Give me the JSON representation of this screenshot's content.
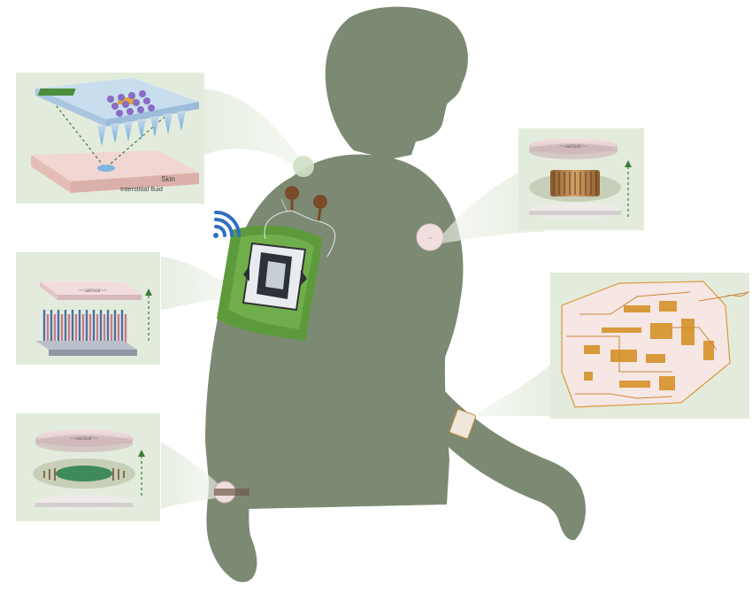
{
  "diagram": {
    "panels": {
      "microneedle": {
        "skin_label": "Skin",
        "fluid_label": "Interstitial fluid"
      },
      "pillar_device": {
        "chip_label": "~~sensor~~"
      },
      "wrist_device": {
        "chip_label": "~~sensor~~"
      },
      "shoulder_device": {
        "chip_label": "~~sensor~~"
      }
    },
    "icons": [
      "wifi-icon",
      "microneedle-array",
      "sensor-chip",
      "circuit-board"
    ],
    "colors": {
      "silhouette": "#7c8a73",
      "panel_bg": "#e3ecdc",
      "armband": "#5d9a3c",
      "wifi": "#2f6fc1",
      "circuit": "#d99a3c"
    }
  }
}
